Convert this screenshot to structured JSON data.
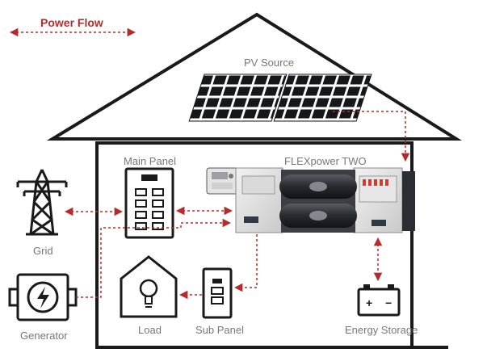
{
  "legend": {
    "label": "Power Flow"
  },
  "labels": {
    "pv_source": "PV Source",
    "main_panel": "Main Panel",
    "flexpower": "FLEXpower TWO",
    "grid": "Grid",
    "generator": "Generator",
    "load": "Load",
    "sub_panel": "Sub Panel",
    "energy_storage": "Energy Storage"
  },
  "colors": {
    "flow": "#b52b2b",
    "label_gray": "#777777",
    "line": "#1a1a1a",
    "panel_blue": "#1f3b7a"
  },
  "battery_symbols": {
    "plus": "+",
    "minus": "−"
  }
}
